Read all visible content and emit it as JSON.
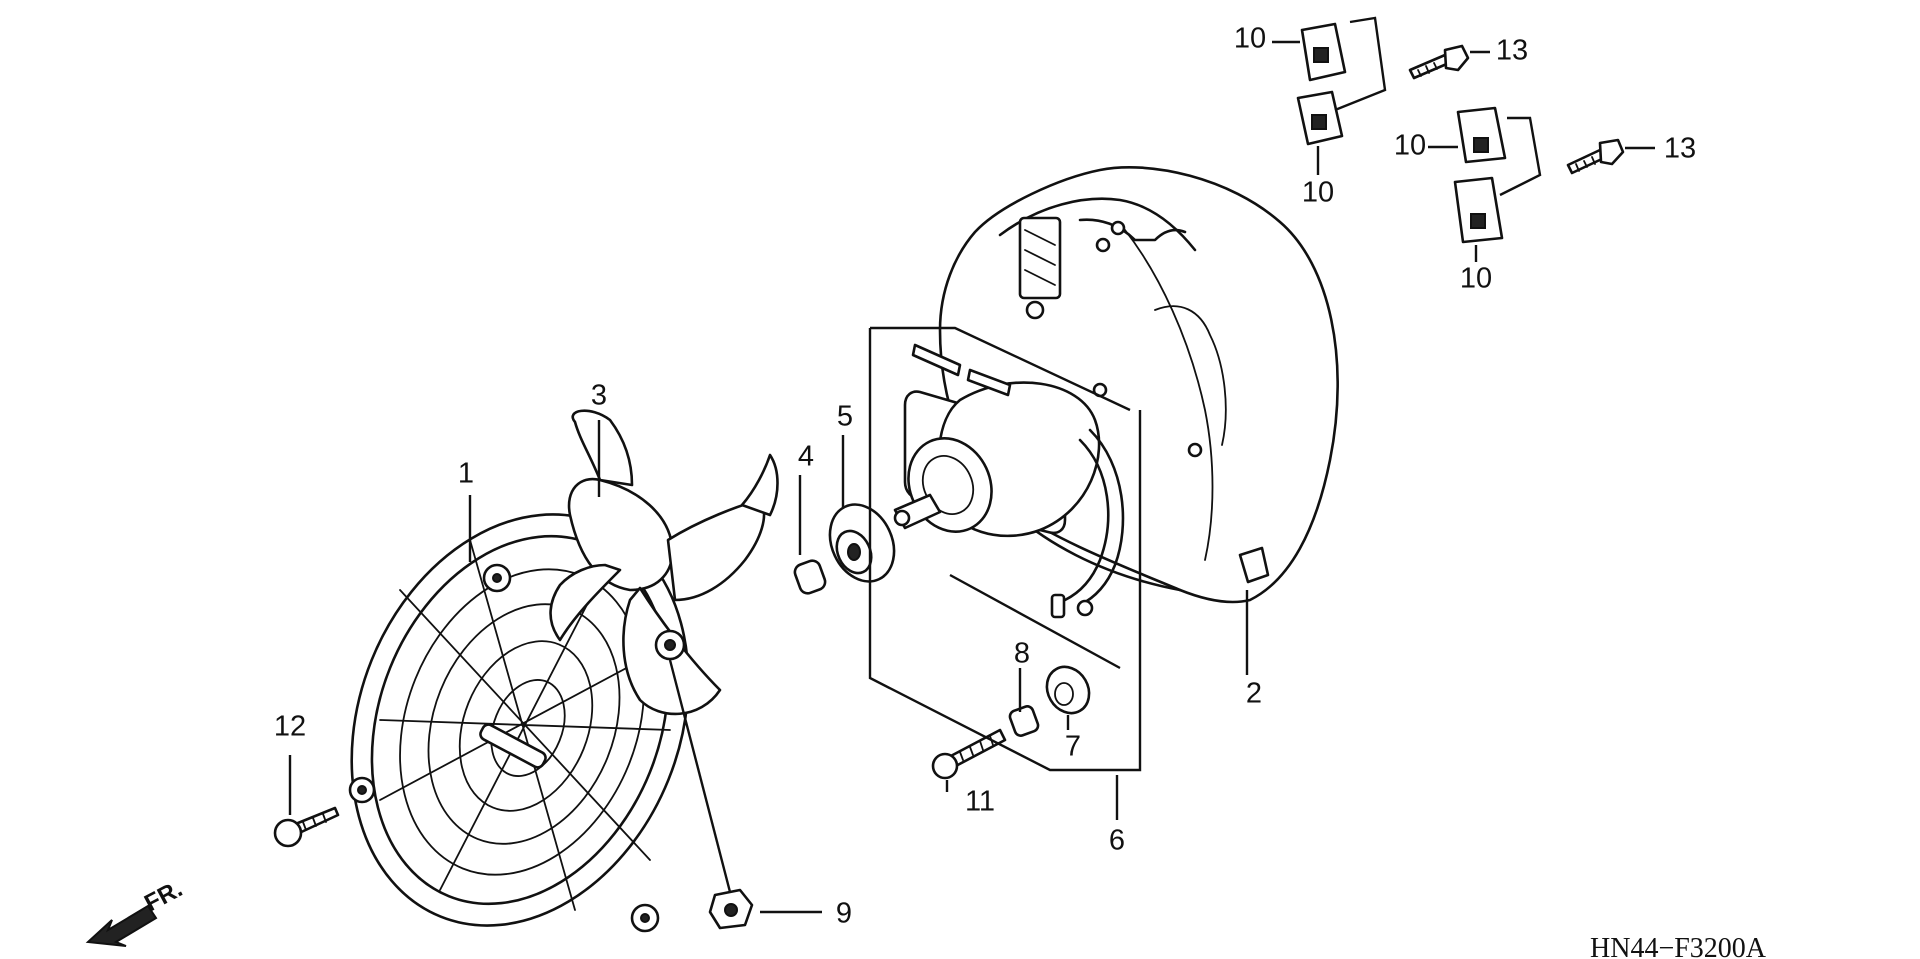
{
  "diagram_code": "HN44−F3200A",
  "direction_label": "FR.",
  "icons": [
    "front-direction-arrow-icon"
  ],
  "callouts": {
    "c1": "1",
    "c2": "2",
    "c3": "3",
    "c4": "4",
    "c5": "5",
    "c6": "6",
    "c7": "7",
    "c8": "8",
    "c9": "9",
    "c10a": "10",
    "c10b": "10",
    "c10c": "10",
    "c10d": "10",
    "c11": "11",
    "c12": "12",
    "c13a": "13",
    "c13b": "13"
  }
}
